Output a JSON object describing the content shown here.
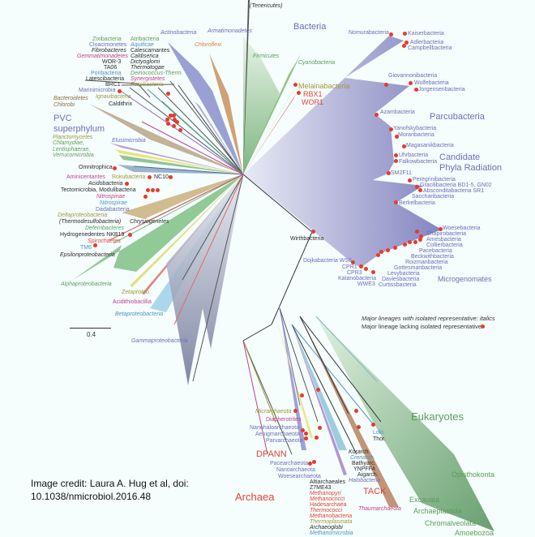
{
  "colors": {
    "purple": "#6c6fb8",
    "green": "#5a9e5a",
    "orange": "#c9834e",
    "red": "#e0443a",
    "black": "#2b2b2b",
    "blue": "#4a93c4",
    "pink": "#c3418c",
    "olive": "#9c9a3a",
    "brown": "#8a6a4a",
    "dot": "#e8392d"
  },
  "labels": [
    {
      "text": "(Tenericutes)",
      "color": "black",
      "italic": true
    },
    {
      "text": "Bacteria",
      "color": "purple",
      "italic": false
    },
    {
      "text": "Actinobacteria",
      "color": "purple",
      "italic": true
    },
    {
      "text": "Armatimonadetes",
      "color": "purple",
      "italic": true
    },
    {
      "text": "Chloroflexi",
      "color": "orange",
      "italic": true
    },
    {
      "text": "Firmicutes",
      "color": "green",
      "italic": true
    },
    {
      "text": "Cyanobacteria",
      "color": "green",
      "italic": true
    },
    {
      "text": "Melainabacteria",
      "color": "olive",
      "italic": false
    },
    {
      "text": "RBX1",
      "color": "red",
      "italic": false
    },
    {
      "text": "WOR1",
      "color": "red",
      "italic": false
    },
    {
      "text": "Zixibacteria",
      "color": "green",
      "italic": false
    },
    {
      "text": "Cloacimonetes",
      "color": "purple",
      "italic": false
    },
    {
      "text": "Fibrobacteres",
      "color": "black",
      "italic": true
    },
    {
      "text": "Gemmatimonadetes",
      "color": "pink",
      "italic": true
    },
    {
      "text": "WOR-3",
      "color": "black",
      "italic": false
    },
    {
      "text": "TA06",
      "color": "black",
      "italic": false
    },
    {
      "text": "Poribacteria",
      "color": "blue",
      "italic": false
    },
    {
      "text": "Latescibacteria",
      "color": "black",
      "italic": false
    },
    {
      "text": "BRC1",
      "color": "black",
      "italic": false
    },
    {
      "text": "Atribacteria",
      "color": "green",
      "italic": false
    },
    {
      "text": "Aquificae",
      "color": "blue",
      "italic": true
    },
    {
      "text": "Calescamantes",
      "color": "black",
      "italic": false
    },
    {
      "text": "Caldiserica",
      "color": "black",
      "italic": true
    },
    {
      "text": "Dictyoglomi",
      "color": "black",
      "italic": true
    },
    {
      "text": "Thermotogae",
      "color": "black",
      "italic": true
    },
    {
      "text": "Deinococcus-Therm.",
      "color": "green",
      "italic": true
    },
    {
      "text": "Synergistetes",
      "color": "pink",
      "italic": true
    },
    {
      "text": "Fusobacteria",
      "color": "olive",
      "italic": true
    },
    {
      "text": "Marinimicrobia",
      "color": "purple",
      "italic": false
    },
    {
      "text": "Ignavibacteria",
      "color": "olive",
      "italic": true
    },
    {
      "text": "Bacteroidetes",
      "color": "brown",
      "italic": true
    },
    {
      "text": "Chlorobi",
      "color": "brown",
      "italic": true
    },
    {
      "text": "Caldithrix",
      "color": "black",
      "italic": false
    },
    {
      "text": "PVC",
      "color": "purple",
      "italic": false
    },
    {
      "text": "superphylum",
      "color": "purple",
      "italic": false
    },
    {
      "text": "Planctomycetes",
      "color": "olive",
      "italic": true
    },
    {
      "text": "Chlamydiae,",
      "color": "green",
      "italic": true
    },
    {
      "text": "Lentisphaerae,",
      "color": "green",
      "italic": true
    },
    {
      "text": "Verrucomicrobia",
      "color": "green",
      "italic": true
    },
    {
      "text": "Elusimicrobia",
      "color": "purple",
      "italic": true
    },
    {
      "text": "Omnitrophica",
      "color": "black",
      "italic": false
    },
    {
      "text": "Aminicentantes",
      "color": "pink",
      "italic": false
    },
    {
      "text": "Rokubacteria",
      "color": "olive",
      "italic": false
    },
    {
      "text": "NC10",
      "color": "black",
      "italic": false
    },
    {
      "text": "Acidobacteria",
      "color": "black",
      "italic": true
    },
    {
      "text": "Tectomicrobia, Modulibacteria",
      "color": "black",
      "italic": false
    },
    {
      "text": "Nitrospinae",
      "color": "pink",
      "italic": true
    },
    {
      "text": "Nitrospirae",
      "color": "blue",
      "italic": true
    },
    {
      "text": "Dadabacteria",
      "color": "purple",
      "italic": false
    },
    {
      "text": "Deltaproteobacteria",
      "color": "olive",
      "italic": true
    },
    {
      "text": "(Thermodesulfobacteria)",
      "color": "black",
      "italic": true
    },
    {
      "text": "Chrysiogenetes",
      "color": "black",
      "italic": true
    },
    {
      "text": "Deferribacteres",
      "color": "green",
      "italic": true
    },
    {
      "text": "Hydrogenedentes NKB19",
      "color": "black",
      "italic": false
    },
    {
      "text": "Spirochaetes",
      "color": "red",
      "italic": true
    },
    {
      "text": "TM6",
      "color": "blue",
      "italic": false
    },
    {
      "text": "Epsilonproteobacteria",
      "color": "black",
      "italic": true
    },
    {
      "text": "Alphaproteobacteria",
      "color": "green",
      "italic": true
    },
    {
      "text": "Zetaproteo.",
      "color": "olive",
      "italic": true
    },
    {
      "text": "Acidithiobacillia",
      "color": "pink",
      "italic": false
    },
    {
      "text": "Betaproteobacteria",
      "color": "blue",
      "italic": true
    },
    {
      "text": "Gammaproteobacteria",
      "color": "purple",
      "italic": true
    },
    {
      "text": "Nomurabacteria",
      "color": "purple",
      "italic": false
    },
    {
      "text": "Kaiserbacteria",
      "color": "purple",
      "italic": false
    },
    {
      "text": "Adlerbacteria",
      "color": "purple",
      "italic": false
    },
    {
      "text": "Campbellbacteria",
      "color": "purple",
      "italic": false
    },
    {
      "text": "Giovannonibacteria",
      "color": "purple",
      "italic": false
    },
    {
      "text": "Wolfebacteria",
      "color": "purple",
      "italic": false
    },
    {
      "text": "Jorgensenbacteria",
      "color": "purple",
      "italic": false
    },
    {
      "text": "Azambacteria",
      "color": "purple",
      "italic": false
    },
    {
      "text": "Parcubacteria",
      "color": "purple",
      "italic": false
    },
    {
      "text": "Yanofskybacteria",
      "color": "purple",
      "italic": false
    },
    {
      "text": "Moranbacteria",
      "color": "purple",
      "italic": false
    },
    {
      "text": "Magasanikbacteria",
      "color": "purple",
      "italic": false
    },
    {
      "text": "Uhrbacteria",
      "color": "purple",
      "italic": false
    },
    {
      "text": "Falkowbacteria",
      "color": "purple",
      "italic": false
    },
    {
      "text": "Candidate",
      "color": "purple",
      "italic": false
    },
    {
      "text": "Phyla Radiation",
      "color": "purple",
      "italic": false
    },
    {
      "text": "SM2F11",
      "color": "purple",
      "italic": false
    },
    {
      "text": "Peregrinibacteria",
      "color": "purple",
      "italic": false
    },
    {
      "text": "Gracilibacteria BD1-5, GN02",
      "color": "purple",
      "italic": false
    },
    {
      "text": "Absconditabacteria SR1",
      "color": "purple",
      "italic": false
    },
    {
      "text": "Saccharibacteria",
      "color": "purple",
      "italic": false
    },
    {
      "text": "Berkelbacteria",
      "color": "purple",
      "italic": false
    },
    {
      "text": "Woesebacteria",
      "color": "purple",
      "italic": false
    },
    {
      "text": "Shapirobacteria",
      "color": "purple",
      "italic": false
    },
    {
      "text": "Amesbacteria",
      "color": "purple",
      "italic": false
    },
    {
      "text": "Collierbacteria",
      "color": "purple",
      "italic": false
    },
    {
      "text": "Pacebacteria",
      "color": "purple",
      "italic": false
    },
    {
      "text": "Beckwithbacteria",
      "color": "purple",
      "italic": false
    },
    {
      "text": "Roizmanbacteria",
      "color": "purple",
      "italic": false
    },
    {
      "text": "Gottesmanbacteria",
      "color": "purple",
      "italic": false
    },
    {
      "text": "Levybacteria",
      "color": "purple",
      "italic": false
    },
    {
      "text": "Daviesbacteria",
      "color": "purple",
      "italic": false
    },
    {
      "text": "Curtissbacteria",
      "color": "purple",
      "italic": false
    },
    {
      "text": "Microgenomates",
      "color": "purple",
      "italic": false
    },
    {
      "text": "Dojkabacteria WS6",
      "color": "purple",
      "italic": false
    },
    {
      "text": "CPR1",
      "color": "purple",
      "italic": false
    },
    {
      "text": "CPR3",
      "color": "purple",
      "italic": false
    },
    {
      "text": "Katanobacteria",
      "color": "purple",
      "italic": false
    },
    {
      "text": "WWE3",
      "color": "purple",
      "italic": false
    },
    {
      "text": "Wirthbacteria",
      "color": "black",
      "italic": false
    },
    {
      "text": "Micrarchaeota",
      "color": "olive",
      "italic": true
    },
    {
      "text": "Diapherotrites",
      "color": "pink",
      "italic": false
    },
    {
      "text": "Nanohaloarchaeota",
      "color": "purple",
      "italic": false
    },
    {
      "text": "Aenigmarchaeota",
      "color": "purple",
      "italic": false
    },
    {
      "text": "Parvarchaeota",
      "color": "purple",
      "italic": false
    },
    {
      "text": "DPANN",
      "color": "red",
      "italic": false
    },
    {
      "text": "Pacearchaeota",
      "color": "purple",
      "italic": false
    },
    {
      "text": "Nanoarchaeota",
      "color": "purple",
      "italic": false
    },
    {
      "text": "Woesearchaeota",
      "color": "purple",
      "italic": false
    },
    {
      "text": "Altiarchaeales",
      "color": "black",
      "italic": false
    },
    {
      "text": "Z7ME43",
      "color": "black",
      "italic": false
    },
    {
      "text": "Methanopyri",
      "color": "red",
      "italic": true
    },
    {
      "text": "Methanococci",
      "color": "red",
      "italic": true
    },
    {
      "text": "Hadesarchaea",
      "color": "red",
      "italic": false
    },
    {
      "text": "Thermococci",
      "color": "red",
      "italic": true
    },
    {
      "text": "Methanobacteria",
      "color": "red",
      "italic": true
    },
    {
      "text": "Thermoplasmata",
      "color": "olive",
      "italic": true
    },
    {
      "text": "Archaeoglobi",
      "color": "black",
      "italic": true
    },
    {
      "text": "Methanomicrobia",
      "color": "blue",
      "italic": true
    },
    {
      "text": "Archaea",
      "color": "red",
      "italic": false
    },
    {
      "text": "Korarch.",
      "color": "black",
      "italic": true
    },
    {
      "text": "Crenarch.",
      "color": "blue",
      "italic": true
    },
    {
      "text": "Bathyarc.",
      "color": "black",
      "italic": false
    },
    {
      "text": "YNPFFA",
      "color": "black",
      "italic": false
    },
    {
      "text": "Aigarch.",
      "color": "black",
      "italic": false
    },
    {
      "text": "Halobacteria",
      "color": "purple",
      "italic": true
    },
    {
      "text": "TACK",
      "color": "red",
      "italic": false
    },
    {
      "text": "Thaumarchaeota",
      "color": "pink",
      "italic": true
    },
    {
      "text": "Loki.",
      "color": "blue",
      "italic": false
    },
    {
      "text": "Thor.",
      "color": "black",
      "italic": false
    },
    {
      "text": "Eukaryotes",
      "color": "green",
      "italic": false
    },
    {
      "text": "Opisthokonta",
      "color": "green",
      "italic": false
    },
    {
      "text": "Excavata",
      "color": "green",
      "italic": false
    },
    {
      "text": "Archaeplastida",
      "color": "green",
      "italic": false
    },
    {
      "text": "Chromalveolata",
      "color": "green",
      "italic": false
    },
    {
      "text": "Amoebozoa",
      "color": "green",
      "italic": false
    }
  ],
  "legend": {
    "italics_note": "Major lineages with isolated representative: italics",
    "dot_note": "Major lineage lacking isolated representative:"
  },
  "scale_bar": {
    "label": "0.4"
  },
  "credit": {
    "line1": "Image credit: Laura A. Hug et al, doi:",
    "line2": "10.1038/nmicrobiol.2016.48"
  }
}
